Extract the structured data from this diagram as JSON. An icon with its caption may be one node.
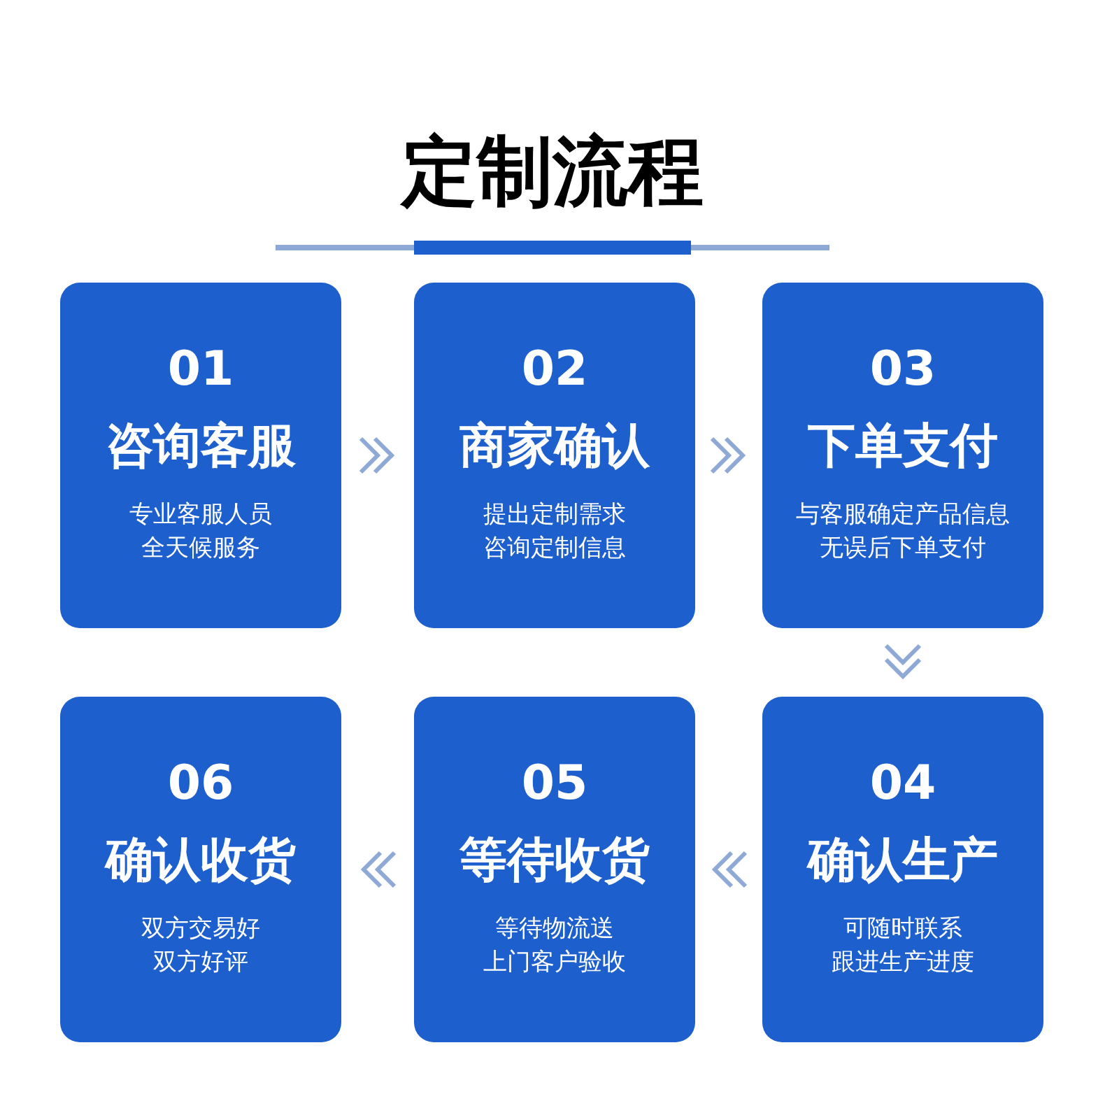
{
  "diagram": {
    "title": "定制流程",
    "nodes": [
      {
        "text": [
          "01",
          "咨询客服",
          "专业客服人员全天候服务"
        ]
      },
      {
        "text": [
          "02",
          "商家确认",
          "提出定制需求咨询定制信息"
        ]
      },
      {
        "text": [
          "03",
          "下单支付",
          "与客服确定产品信息无误后下单支付"
        ]
      },
      {
        "text": [
          "04",
          "确认生产",
          "可随时联系跟进生产进度"
        ]
      },
      {
        "text": [
          "05",
          "等待收货",
          "等待物流送上门客户验收"
        ]
      },
      {
        "text": [
          "06",
          "确认收货",
          "双方交易好双方好评"
        ]
      }
    ],
    "edges": [
      {
        "from": 0,
        "to": 1,
        "arrow": "to"
      },
      {
        "from": 1,
        "to": 2,
        "arrow": "to"
      },
      {
        "from": 2,
        "to": 3,
        "arrow": "to"
      },
      {
        "from": 3,
        "to": 4,
        "arrow": "to"
      },
      {
        "from": 4,
        "to": 5,
        "arrow": "to"
      }
    ]
  }
}
